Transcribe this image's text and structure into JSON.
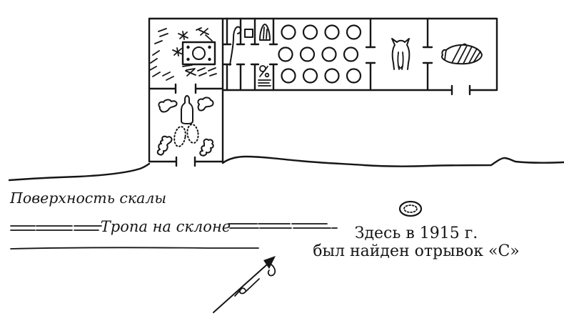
{
  "figure": {
    "colors": {
      "background": "#ffffff",
      "ink": "#161616"
    },
    "labels": {
      "rock_surface": "Поверхность скалы",
      "path_on_slope": "Тропа на склоне",
      "find_note_line1": "Здесь в 1915 г.",
      "find_note_line2": "был найден отрывок «С»"
    },
    "pit_grid": {
      "rows": 3,
      "cols": 4,
      "radius": 9.5,
      "row_y": [
        45,
        76,
        106
      ],
      "row_x_start": [
        404,
        400,
        404
      ],
      "col_spacing": 30.5
    },
    "plan_symbols": [
      "debris-marks",
      "offering-table",
      "crook",
      "square",
      "loaf",
      "offering-stand",
      "pit-circles",
      "cat-figure",
      "mummy-figure",
      "jar",
      "stone-blobs",
      "footprints",
      "north-arrow",
      "find-spot-oval"
    ]
  }
}
